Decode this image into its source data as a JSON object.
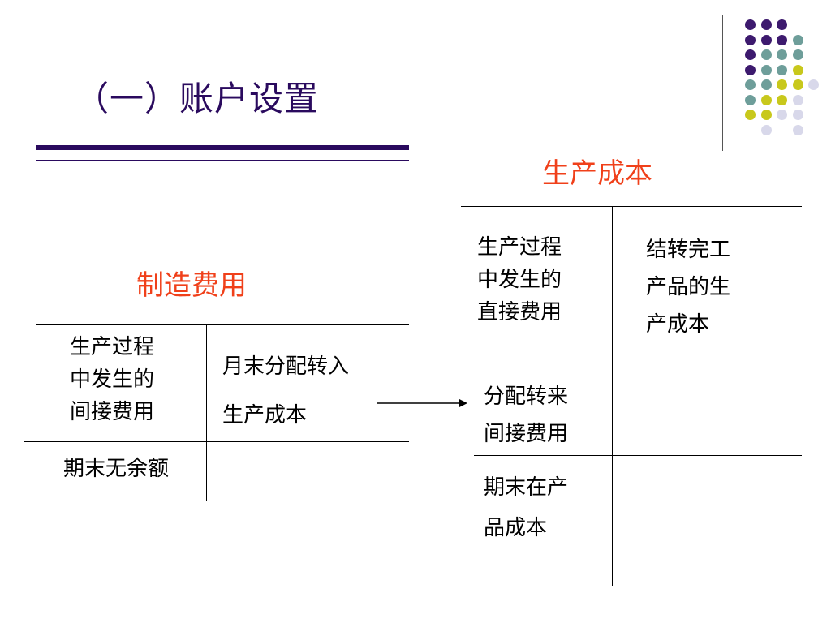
{
  "slide": {
    "title": "（一）账户设置",
    "colors": {
      "title": "#2a0a5e",
      "account_name": "#f0401a",
      "dot_purple": "#3d1a6e",
      "dot_teal": "#6e9e9a",
      "dot_olive": "#c8c81c",
      "dot_lavender": "#d8d8ea"
    },
    "decoration_icon": "dot-grid-icon"
  },
  "overhead_account": {
    "name": "制造费用",
    "debit_lines": [
      "生产过程",
      "中发生的",
      "间接费用"
    ],
    "credit_lines": [
      "月末分配转入",
      "生产成本"
    ],
    "balance": "期末无余额"
  },
  "production_account": {
    "name": "生产成本",
    "debit_lines": [
      "生产过程",
      "中发生的",
      "直接费用"
    ],
    "credit_lines": [
      "结转完工",
      "产品的生",
      "产成本"
    ],
    "transfer_lines": [
      "分配转来",
      "间接费用"
    ],
    "balance_lines": [
      "期末在产",
      "品成本"
    ]
  }
}
